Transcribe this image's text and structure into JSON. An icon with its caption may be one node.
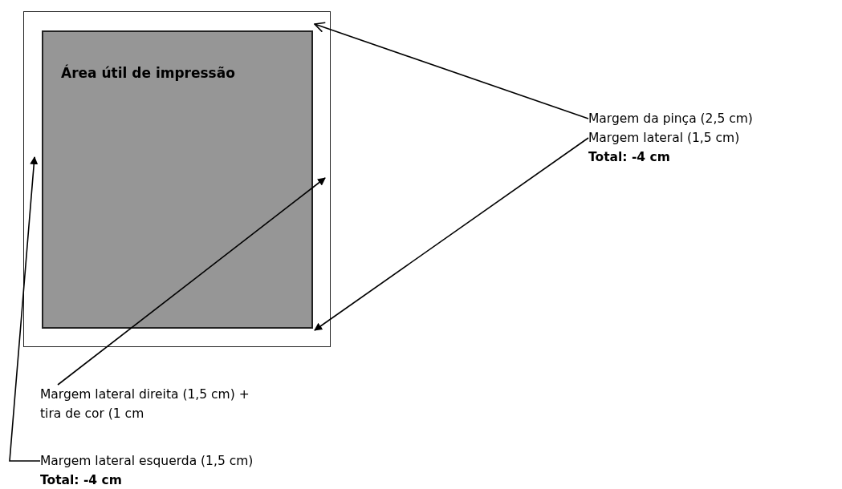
{
  "diagram": {
    "nodes": [
      {
        "text": [],
        "shape": "box"
      },
      {
        "text": [
          "Área útil de impressão"
        ],
        "in": 0
      },
      {
        "text": [
          "Margem da pinça (2,5 cm)",
          "Margem lateral (1,5 cm)",
          "Total: -4 cm"
        ]
      },
      {
        "text": [
          "Margem lateral direita (1,5 cm) + tira de cor (1 cm"
        ]
      },
      {
        "text": [
          "Margem lateral esquerda (1,5 cm)",
          "Total: -4 cm"
        ]
      }
    ],
    "edges": [
      {
        "from": 2,
        "to": 1,
        "arrow": "to"
      },
      {
        "from": 2,
        "to": 1,
        "arrow": "to"
      },
      {
        "from": 3,
        "to": 1,
        "arrow": "to"
      },
      {
        "from": 4,
        "to": 1,
        "arrow": "to"
      }
    ]
  }
}
